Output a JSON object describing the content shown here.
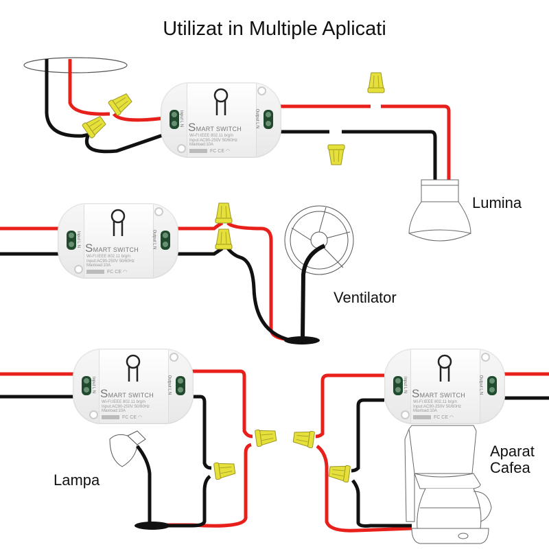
{
  "title": "Utilizat in Multiple Aplicati",
  "colors": {
    "live_wire": "#e8201c",
    "neutral_wire": "#111111",
    "wire_nut": "#e6e03a",
    "switch_body": "#f2f2f2",
    "terminal": "#1f4a2e"
  },
  "labels": {
    "lumina": "Lumina",
    "ventilator": "Ventilator",
    "lampa": "Lampa",
    "aparat_line1": "Aparat",
    "aparat_line2": "Cafea"
  },
  "smart_switch": {
    "brand_initial": "S",
    "brand_rest": "MART SWITCH",
    "spec_line1": "Wi-Fi:IEEE 802.11 b/g/n",
    "spec_line2": "Input:AC90-250V 50/60Hz",
    "spec_line3": "Maxload:10A",
    "cert_marks": "FC  CE",
    "input_label": "Input  L  N",
    "output_label": "Output  L  N"
  },
  "applications": [
    {
      "name": "Lumina",
      "icon": "ceiling-light-icon"
    },
    {
      "name": "Ventilator",
      "icon": "fan-icon"
    },
    {
      "name": "Lampa",
      "icon": "desk-lamp-icon"
    },
    {
      "name": "Aparat Cafea",
      "icon": "coffee-maker-icon"
    }
  ]
}
